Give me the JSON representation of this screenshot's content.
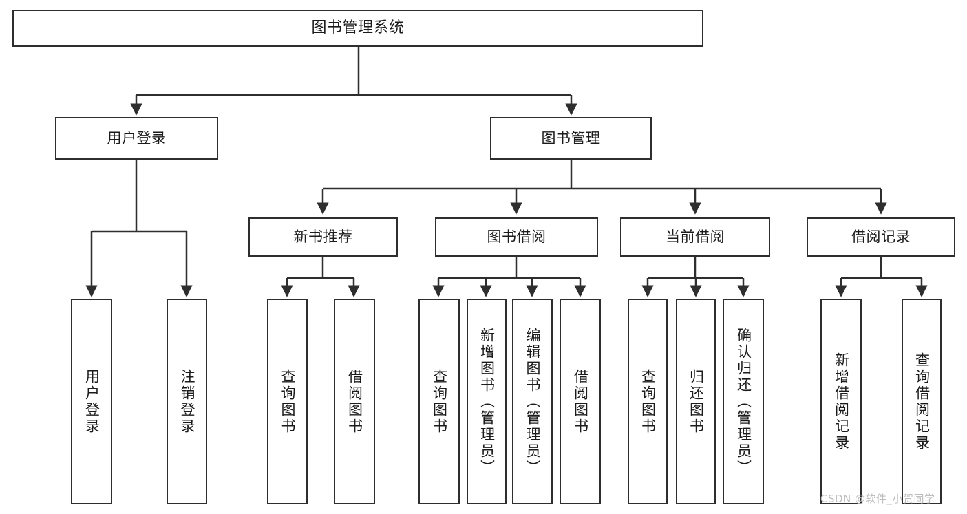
{
  "diagram": {
    "title": "图书管理系统",
    "type": "tree",
    "watermark": "CSDN @软件_小贺同学",
    "colors": {
      "background": "#ffffff",
      "border": "#2e2e2e",
      "text": "#1b1b1b",
      "connector": "#2e2e2e",
      "watermark": "#bdbdbd"
    },
    "nodes": {
      "root": {
        "label": "图书管理系统"
      },
      "level2": [
        {
          "label": "用户登录"
        },
        {
          "label": "图书管理"
        }
      ],
      "level3": [
        {
          "label": "新书推荐"
        },
        {
          "label": "图书借阅"
        },
        {
          "label": "当前借阅"
        },
        {
          "label": "借阅记录"
        }
      ],
      "leaves": {
        "user_login": [
          {
            "label": "用户登录"
          },
          {
            "label": "注销登录"
          }
        ],
        "new_book": [
          {
            "label": "查询图书"
          },
          {
            "label": "借阅图书"
          }
        ],
        "borrow_book": [
          {
            "label": "查询图书"
          },
          {
            "label": "新增图书（管理员）"
          },
          {
            "label": "编辑图书（管理员）"
          },
          {
            "label": "借阅图书"
          }
        ],
        "current_borrow": [
          {
            "label": "查询图书"
          },
          {
            "label": "归还图书"
          },
          {
            "label": "确认归还（管理员）"
          }
        ],
        "borrow_record": [
          {
            "label": "新增借阅记录"
          },
          {
            "label": "查询借阅记录"
          }
        ]
      }
    }
  }
}
